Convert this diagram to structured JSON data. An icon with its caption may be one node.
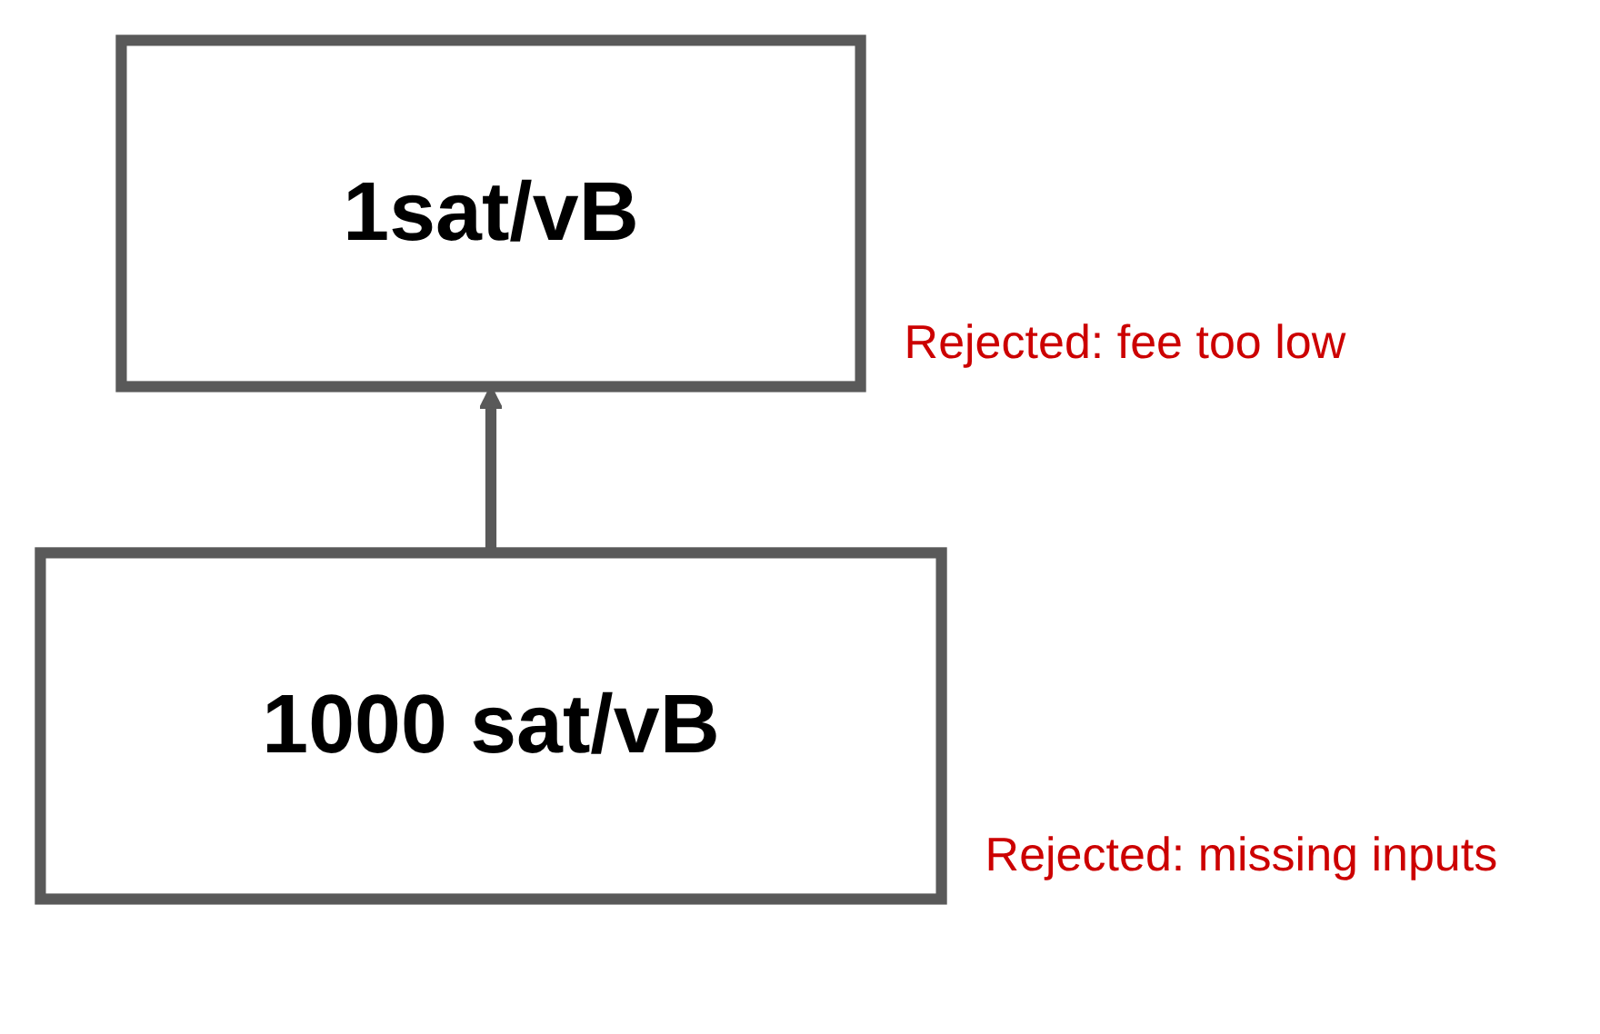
{
  "diagram": {
    "nodes": [
      {
        "text": [
          "1sat/vB"
        ],
        "beside": [
          "Rejected: fee too low"
        ]
      },
      {
        "text": [
          "1000 sat/vB"
        ],
        "beside": [
          "Rejected: missing inputs"
        ]
      }
    ],
    "edges": [
      {
        "from": 1,
        "to": 0,
        "arrow": "to"
      }
    ]
  }
}
